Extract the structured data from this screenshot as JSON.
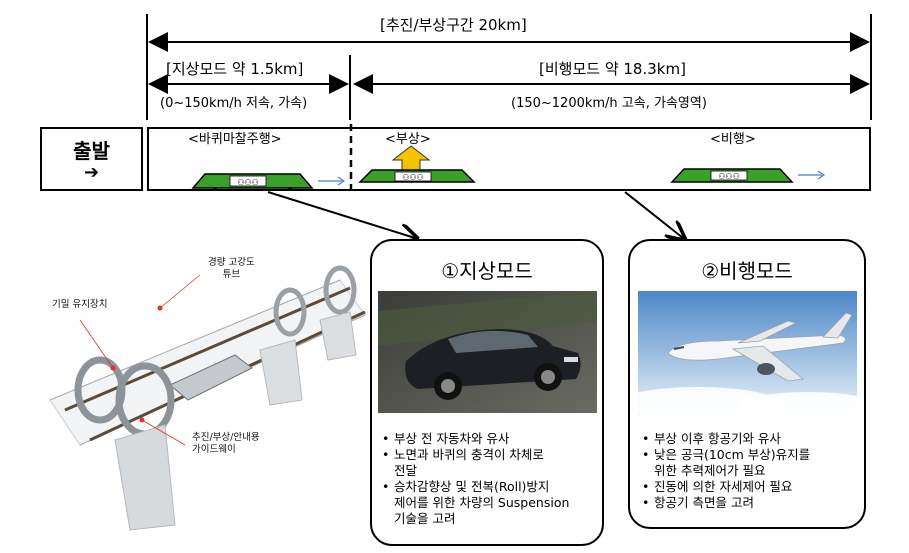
{
  "spans": {
    "total": "[추진/부상구간 20km]",
    "ground": "[지상모드 약 1.5km]",
    "ground_speed": "(0~150km/h 저속, 가속)",
    "flight": "[비행모드 약 18.3km]",
    "flight_speed": "(150~1200km/h 고속, 가속영역)"
  },
  "start": {
    "label": "출발",
    "arrow": "➔"
  },
  "stages": {
    "wheel": "<바퀴마찰주행>",
    "levitate": "<부상>",
    "flight": "<비행>"
  },
  "tube_labels": {
    "tube": "경량 고강도\n튜브",
    "seal": "기밀 유지장치",
    "guide": "추진/부상/안내용\n가이드웨이"
  },
  "ground_card": {
    "title": "①지상모드",
    "bullets": [
      "부상 전 자동차와 유사",
      "노면과 바퀴의 충격이 차체로",
      "전달",
      "승차감향상 및 전복(Roll)방지",
      "제어를 위한 차량의 Suspension",
      "기술을 고려"
    ]
  },
  "flight_card": {
    "title": "②비행모드",
    "bullets": [
      "부상 이후 항공기와 유사",
      "낮은 공극(10cm 부상)유지를",
      "위한 추력제어가 필요",
      "진동에 의한 자세제어 필요",
      "항공기 측면을 고려"
    ]
  },
  "colors": {
    "vehicle_green": "#3aa02a",
    "arrow_yellow": "#f5c400",
    "motion_blue": "#4a7fd0"
  }
}
